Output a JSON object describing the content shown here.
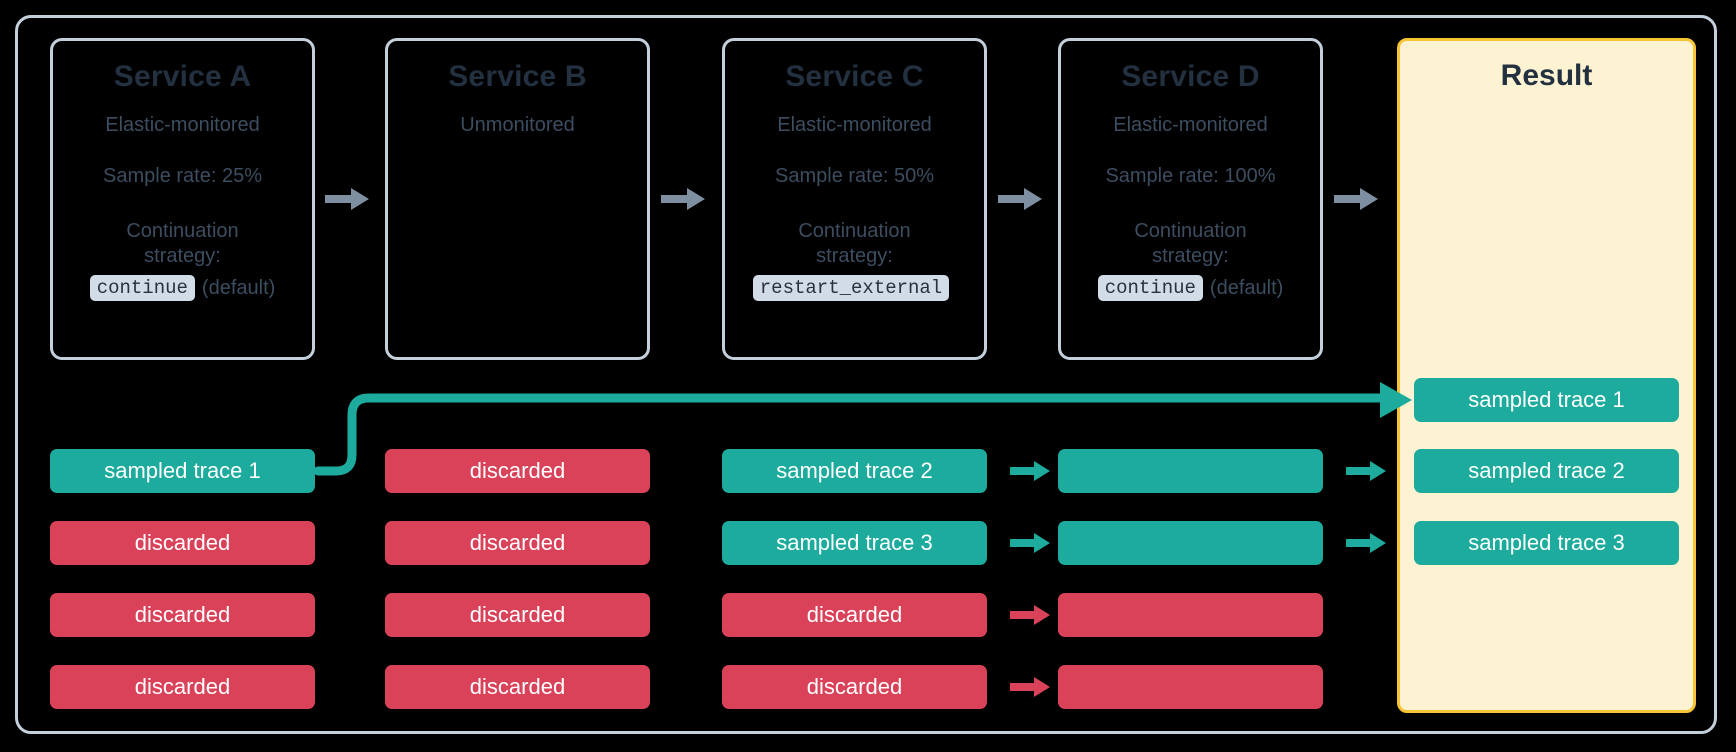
{
  "colors": {
    "frame_border": "#c3cfdb",
    "background": "#000000",
    "text_dark": "#22303f",
    "text_muted": "#3c4d60",
    "teal": "#1cab9c",
    "red": "#d94259",
    "gray_arrow": "#7e8fa1",
    "result_bg": "#fdf3d3",
    "result_border": "#f6c434",
    "chip_bg": "#d2dce6"
  },
  "services": [
    {
      "title": "Service A",
      "monitoring": "Elastic-monitored",
      "sample_rate": "Sample rate: 25%",
      "strategy_label_line1": "Continuation",
      "strategy_label_line2": "strategy:",
      "strategy_code": "continue",
      "strategy_note": "(default)"
    },
    {
      "title": "Service B",
      "monitoring": "Unmonitored",
      "sample_rate": "",
      "strategy_label_line1": "",
      "strategy_label_line2": "",
      "strategy_code": "",
      "strategy_note": ""
    },
    {
      "title": "Service C",
      "monitoring": "Elastic-monitored",
      "sample_rate": "Sample rate: 50%",
      "strategy_label_line1": "Continuation",
      "strategy_label_line2": "strategy:",
      "strategy_code": "restart_external",
      "strategy_note": ""
    },
    {
      "title": "Service D",
      "monitoring": "Elastic-monitored",
      "sample_rate": "Sample rate: 100%",
      "strategy_label_line1": "Continuation",
      "strategy_label_line2": "strategy:",
      "strategy_code": "continue",
      "strategy_note": "(default)"
    }
  ],
  "result": {
    "title": "Result"
  },
  "trace_columns": [
    {
      "service": "Service A",
      "rows": [
        {
          "label": "sampled trace 1",
          "state": "sampled"
        },
        {
          "label": "discarded",
          "state": "discarded"
        },
        {
          "label": "discarded",
          "state": "discarded"
        },
        {
          "label": "discarded",
          "state": "discarded"
        }
      ]
    },
    {
      "service": "Service B",
      "rows": [
        {
          "label": "discarded",
          "state": "discarded"
        },
        {
          "label": "discarded",
          "state": "discarded"
        },
        {
          "label": "discarded",
          "state": "discarded"
        },
        {
          "label": "discarded",
          "state": "discarded"
        }
      ]
    },
    {
      "service": "Service C",
      "rows": [
        {
          "label": "sampled trace 2",
          "state": "sampled"
        },
        {
          "label": "sampled trace 3",
          "state": "sampled"
        },
        {
          "label": "discarded",
          "state": "discarded"
        },
        {
          "label": "discarded",
          "state": "discarded"
        }
      ]
    },
    {
      "service": "Service D",
      "rows": [
        {
          "label": "",
          "state": "sampled"
        },
        {
          "label": "",
          "state": "sampled"
        },
        {
          "label": "",
          "state": "discarded"
        },
        {
          "label": "",
          "state": "discarded"
        }
      ]
    }
  ],
  "result_traces": [
    {
      "label": "sampled trace 1",
      "state": "sampled"
    },
    {
      "label": "sampled trace 2",
      "state": "sampled"
    },
    {
      "label": "sampled trace 3",
      "state": "sampled"
    }
  ],
  "arrows": {
    "service_flow_count": 4,
    "c_to_d": [
      "teal",
      "teal",
      "red",
      "red"
    ],
    "d_to_result": [
      "teal",
      "teal"
    ],
    "curved_connector": "sampled trace 1 from Service A routes directly to Result"
  }
}
